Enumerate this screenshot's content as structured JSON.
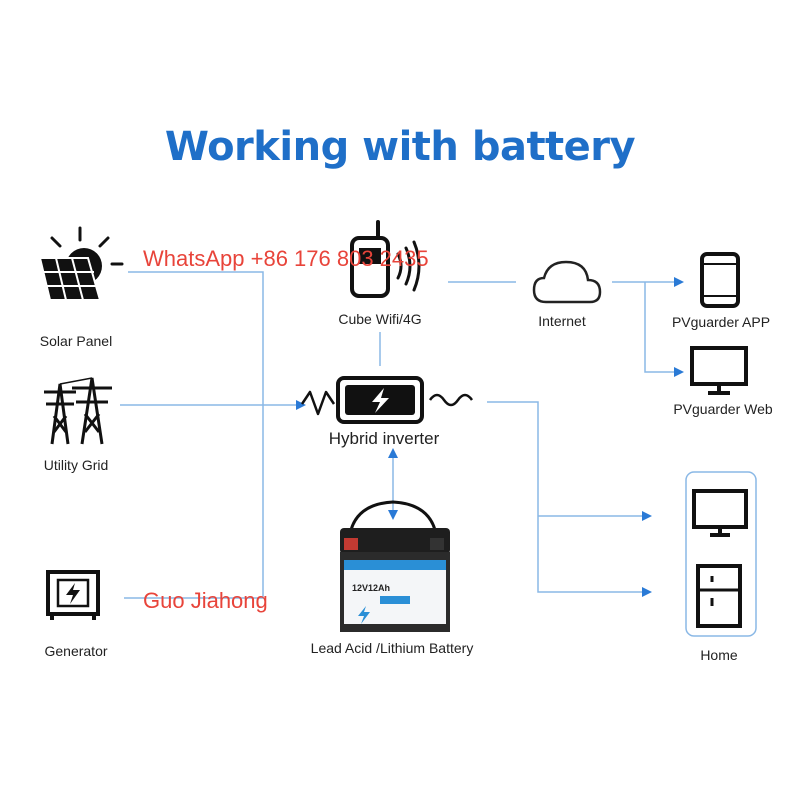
{
  "title": "Working with battery",
  "nodes": {
    "solar_panel": "Solar Panel",
    "utility_grid": "Utility Grid",
    "generator": "Generator",
    "cube_wifi": "Cube Wifi/4G",
    "internet": "Internet",
    "app": "PVguarder APP",
    "web": "PVguarder Web",
    "inverter": "Hybrid inverter",
    "battery": "Lead Acid /Lithium Battery",
    "home": "Home"
  },
  "battery_label": {
    "model": "12V12Ah"
  },
  "watermarks": {
    "contact": "WhatsApp +86 176 803 2435",
    "name": "Guo Jiahong"
  },
  "colors": {
    "title": "#1f6fc8",
    "line": "#8ab8e6",
    "arrow": "#2a7ad6",
    "icon": "#111111",
    "watermark": "#e8443a",
    "battery_body": "#2b2b2b",
    "battery_label": "#2a8fd6"
  }
}
